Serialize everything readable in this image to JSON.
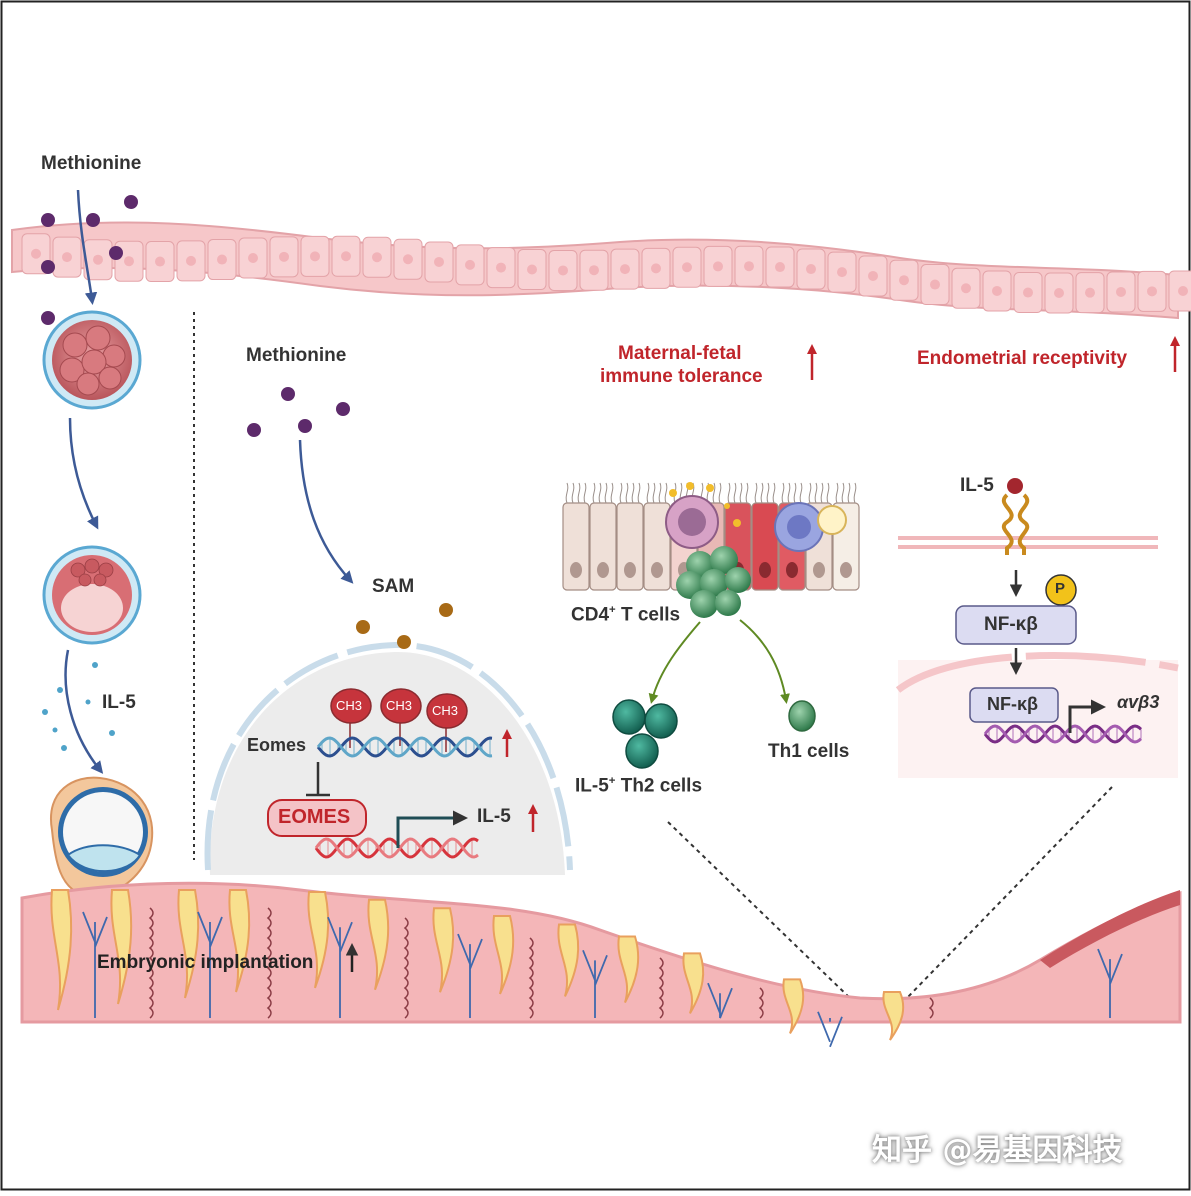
{
  "labels": {
    "methionine_top": "Methionine",
    "methionine_mid": "Methionine",
    "il5_left": "IL-5",
    "sam": "SAM",
    "ch3": "CH3",
    "eomes_gene": "Eomes",
    "eomes_protein": "EOMES",
    "il5_out": "IL-5",
    "maternal_line1": "Maternal-fetal",
    "maternal_line2": "immune tolerance",
    "endometrial": "Endometrial receptivity",
    "cd4_main": "CD4",
    "cd4_sup": "+",
    "cd4_tail": " T cells",
    "th2_main": "IL-5",
    "th2_sup": "+",
    "th2_tail": " Th2 cells",
    "th1": "Th1 cells",
    "il5_receptor": "IL-5",
    "phospho": "P",
    "nfkb_cyto": "NF-κβ",
    "nfkb_nuc": "NF-κβ",
    "integrin": "αvβ3",
    "embryonic": "Embryonic implantation",
    "watermark": "知乎 @易基因科技"
  },
  "colors": {
    "methionine_dot": "#5d2a6b",
    "sam_dot": "#a86a16",
    "arrow_blue": "#3d5a96",
    "arrow_red": "#c0252b",
    "arrow_green": "#5f8a23",
    "epithelium": "#f6c7c9",
    "epithelium_edge": "#e3a3a8",
    "tissue": "#f4b6b8",
    "gland_yellow": "#f8e08e",
    "vessel_blue": "#3f69ad",
    "dna_red": "#d6343c",
    "dna_blue": "#2c4f8f",
    "dna_purple": "#7a2d86",
    "cd4_green": "#3f8c5b",
    "th2_teal": "#1f7d6a",
    "nucleus_grey": "#ececec"
  }
}
